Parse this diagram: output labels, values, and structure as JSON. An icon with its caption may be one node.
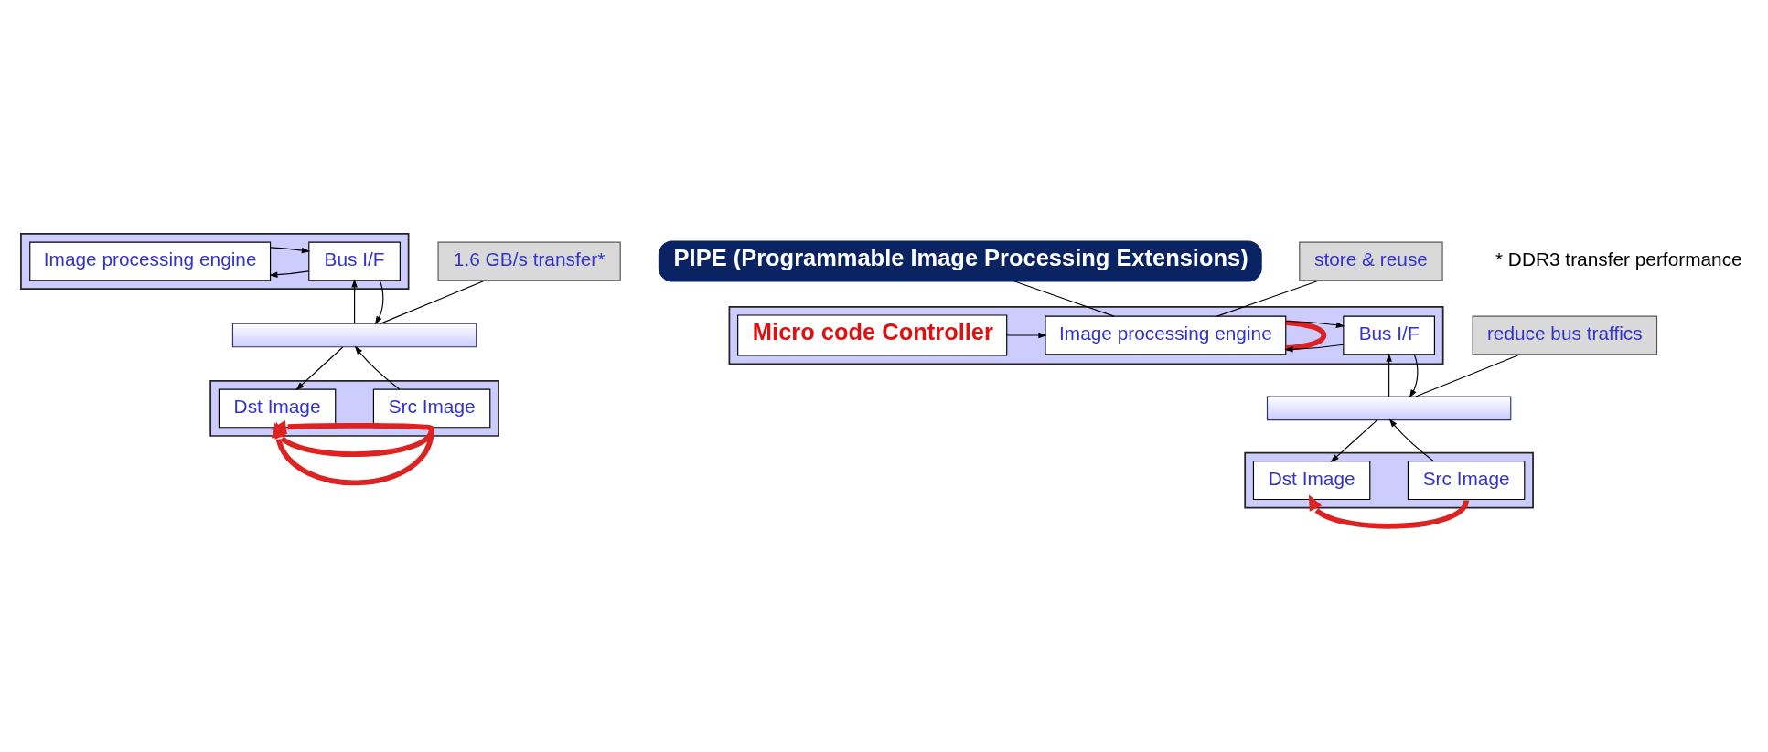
{
  "diagram": {
    "nodes": [
      {
        "text": [],
        "shape": "box"
      },
      {
        "text": [
          "Image processing engine"
        ],
        "in": 0
      },
      {
        "text": [
          "Bus I/F"
        ],
        "in": 0
      },
      {
        "text": [],
        "shape": "bar"
      },
      {
        "text": [],
        "shape": "box"
      },
      {
        "text": [
          "Src Image"
        ],
        "in": 4
      },
      {
        "text": [
          "Dst Image"
        ],
        "in": 4
      },
      {
        "text": [
          "1.6 GB/s transfer*"
        ]
      },
      {
        "text": [
          "PIPE (Programmable Image Processing Extensions)"
        ]
      },
      {
        "text": [],
        "shape": "box"
      },
      {
        "text": [
          "Micro code Controller"
        ],
        "in": 9
      },
      {
        "text": [
          "Image processing engine"
        ],
        "in": 9
      },
      {
        "text": [
          "Bus I/F"
        ],
        "in": 9
      },
      {
        "text": [],
        "shape": "bar"
      },
      {
        "text": [],
        "shape": "box"
      },
      {
        "text": [
          "Src Image"
        ],
        "in": 14
      },
      {
        "text": [
          "Dst Image"
        ],
        "in": 14
      },
      {
        "text": [
          "store & reuse"
        ]
      },
      {
        "text": [
          "reduce bus traffics"
        ]
      }
    ],
    "edges": [
      {
        "from": 2,
        "to": 1,
        "arrow": "to"
      },
      {
        "from": 1,
        "to": 2,
        "arrow": "to"
      },
      {
        "from": 3,
        "to": 2,
        "arrow": "to"
      },
      {
        "from": 2,
        "to": 3,
        "arrow": "to"
      },
      {
        "from": 5,
        "to": 3,
        "arrow": "to"
      },
      {
        "from": 3,
        "to": 6,
        "arrow": "to"
      },
      {
        "from": 5,
        "to": 6,
        "arrow": "to",
        "style": "thick",
        "color": "#dd2222"
      },
      {
        "from": 5,
        "to": 6,
        "arrow": "to",
        "style": "thick",
        "color": "#dd2222"
      },
      {
        "from": 5,
        "to": 6,
        "arrow": "to",
        "style": "thick",
        "color": "#dd2222"
      },
      {
        "from": 7,
        "to": 3,
        "arrow": "none"
      },
      {
        "from": 8,
        "to": 11,
        "arrow": "none"
      },
      {
        "from": 10,
        "to": 11,
        "arrow": "to"
      },
      {
        "from": 12,
        "to": 11,
        "arrow": "to"
      },
      {
        "from": 11,
        "to": 12,
        "arrow": "to"
      },
      {
        "from": 13,
        "to": 12,
        "arrow": "to"
      },
      {
        "from": 12,
        "to": 13,
        "arrow": "to"
      },
      {
        "from": 15,
        "to": 13,
        "arrow": "to"
      },
      {
        "from": 13,
        "to": 16,
        "arrow": "to"
      },
      {
        "from": 15,
        "to": 16,
        "arrow": "to",
        "style": "thick",
        "color": "#dd2222"
      },
      {
        "from": 11,
        "to": 11,
        "arrow": "none",
        "style": "thick",
        "color": "#dd2222"
      },
      {
        "from": 17,
        "to": 11,
        "arrow": "none"
      },
      {
        "from": 18,
        "to": 13,
        "arrow": "none"
      }
    ],
    "labels": [
      "* DDR3 transfer performance"
    ]
  }
}
